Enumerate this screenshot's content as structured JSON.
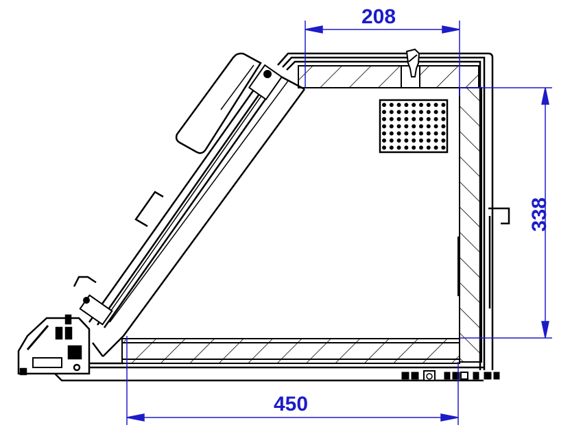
{
  "drawing": {
    "type": "technical cross-section",
    "line_color": "#000000",
    "dimension_color": "#1c1cc8",
    "background": "#ffffff"
  },
  "dimensions": {
    "top_width": {
      "label": "208"
    },
    "height": {
      "label": "338"
    },
    "bottom_width": {
      "label": "450"
    }
  },
  "features": {
    "perforated_panel": {
      "rows": 7,
      "cols": 9
    }
  }
}
